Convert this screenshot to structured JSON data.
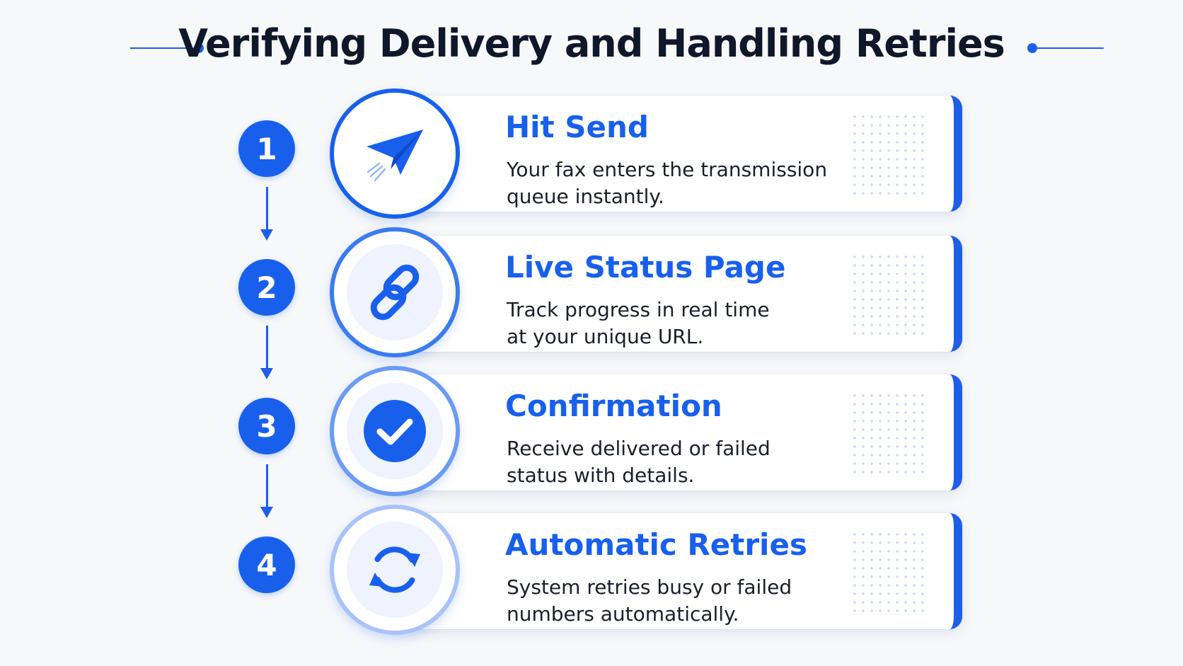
{
  "title": "Verifying Delivery and Handling Retries",
  "accent_color": "#1860ec",
  "steps": [
    {
      "number": "1",
      "icon": "paper-plane-icon",
      "title": "Hit Send",
      "description_line1": "Your fax enters the transmission",
      "description_line2": "queue instantly."
    },
    {
      "number": "2",
      "icon": "link-icon",
      "title": "Live Status Page",
      "description_line1": "Track progress in real time",
      "description_line2": "at your unique URL."
    },
    {
      "number": "3",
      "icon": "check-circle-icon",
      "title": "Confirmation",
      "description_line1": "Receive delivered or failed",
      "description_line2": "status with details."
    },
    {
      "number": "4",
      "icon": "refresh-icon",
      "title": "Automatic Retries",
      "description_line1": "System retries busy or failed",
      "description_line2": "numbers automatically."
    }
  ]
}
